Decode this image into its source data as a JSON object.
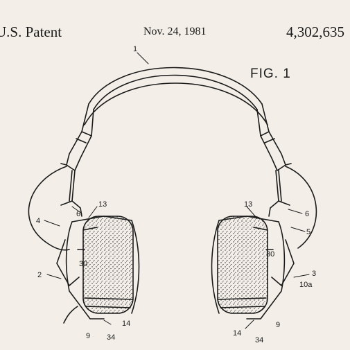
{
  "header": {
    "left": "U.S. Patent",
    "date": "Nov. 24, 1981",
    "patent_no": "4,302,635"
  },
  "figure": {
    "label": "FIG. 1"
  },
  "refs": {
    "r1": "1",
    "r2": "2",
    "r3": "3",
    "r4": "4",
    "r5": "5",
    "r6l": "6",
    "r6r": "6",
    "r9l": "9",
    "r9r": "9",
    "r10a": "10a",
    "r13l": "13",
    "r13r": "13",
    "r14l": "14",
    "r14r": "14",
    "r30l": "30",
    "r30r": "30",
    "r34l": "34",
    "r34r": "34"
  }
}
